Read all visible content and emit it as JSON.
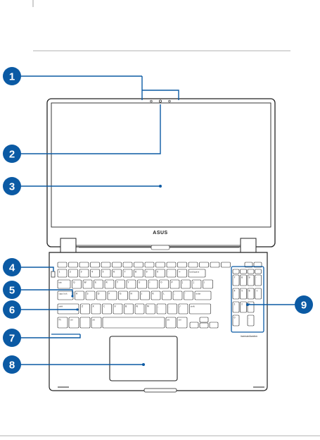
{
  "diagram": {
    "brand_logo": "ASUS",
    "speaker_text": "harman/kardon",
    "callouts": [
      {
        "num": "1"
      },
      {
        "num": "2"
      },
      {
        "num": "3"
      },
      {
        "num": "4"
      },
      {
        "num": "5"
      },
      {
        "num": "6"
      },
      {
        "num": "7"
      },
      {
        "num": "8"
      },
      {
        "num": "9"
      }
    ],
    "keys": {
      "row_numbers": [
        "1",
        "2",
        "3",
        "4",
        "5",
        "6",
        "7",
        "8",
        "9",
        "0",
        "-",
        "=",
        "backspace"
      ],
      "row_q": [
        "tab",
        "Q",
        "W",
        "E",
        "R",
        "T",
        "Y",
        "U",
        "I",
        "O",
        "P",
        "[",
        "]",
        "\\"
      ],
      "row_a": [
        "caps lock",
        "A",
        "S",
        "D",
        "F",
        "G",
        "H",
        "J",
        "K",
        "L",
        ";",
        "'",
        "enter"
      ],
      "row_z": [
        "shift",
        "Z",
        "X",
        "C",
        "V",
        "B",
        "N",
        "M",
        ",",
        ".",
        "/",
        "shift"
      ],
      "row_bottom": [
        "fn",
        "ctrl",
        "alt",
        "alt",
        "ctrl"
      ],
      "numpad": [
        "7",
        "8",
        "9",
        "-",
        "4",
        "5",
        "6",
        "+",
        "1",
        "2",
        "3",
        "0",
        "."
      ]
    },
    "colors": {
      "callout": "#0b5aa4",
      "outline": "#2b2b2b",
      "accent": "#0b5aa4"
    }
  }
}
